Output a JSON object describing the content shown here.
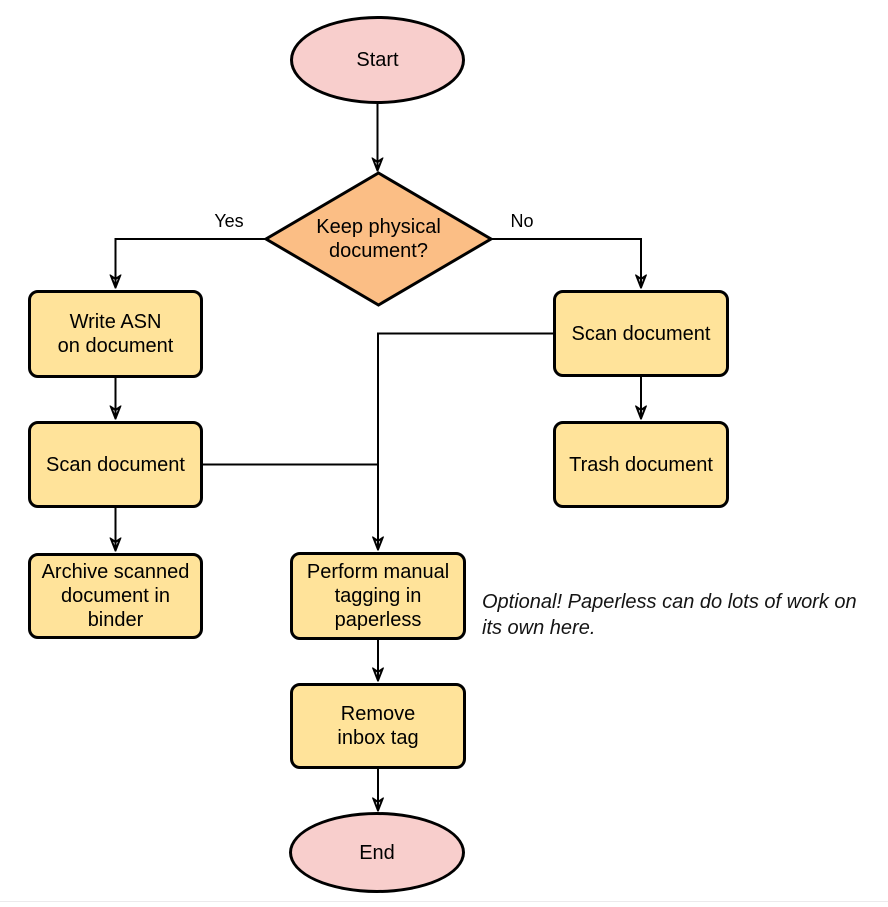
{
  "nodes": [
    {
      "id": "start",
      "type": "terminator",
      "lines": [
        "Start"
      ]
    },
    {
      "id": "keep-physical-document",
      "type": "decision",
      "lines": [
        "Keep physical",
        "document?"
      ]
    },
    {
      "id": "write-asn",
      "type": "process",
      "lines": [
        "Write ASN",
        "on document"
      ]
    },
    {
      "id": "scan-document-left",
      "type": "process",
      "lines": [
        "Scan document"
      ]
    },
    {
      "id": "archive-scanned",
      "type": "process",
      "lines": [
        "Archive scanned",
        "document in",
        "binder"
      ]
    },
    {
      "id": "scan-document-right",
      "type": "process",
      "lines": [
        "Scan document"
      ]
    },
    {
      "id": "trash-document",
      "type": "process",
      "lines": [
        "Trash document"
      ]
    },
    {
      "id": "perform-manual-tagging",
      "type": "process",
      "lines": [
        "Perform manual",
        "tagging in",
        "paperless"
      ]
    },
    {
      "id": "remove-inbox-tag",
      "type": "process",
      "lines": [
        "Remove",
        "inbox tag"
      ]
    },
    {
      "id": "end",
      "type": "terminator",
      "lines": [
        "End"
      ]
    }
  ],
  "edge_labels": {
    "yes": "Yes",
    "no": "No"
  },
  "note": {
    "lines": [
      "Optional! Paperless can do lots of work on",
      "its own here."
    ]
  },
  "colors": {
    "terminator_fill": "#f8cecc",
    "decision_fill": "#fbbe85",
    "process_fill": "#ffe39a",
    "stroke": "#000000",
    "background": "#ffffff"
  }
}
